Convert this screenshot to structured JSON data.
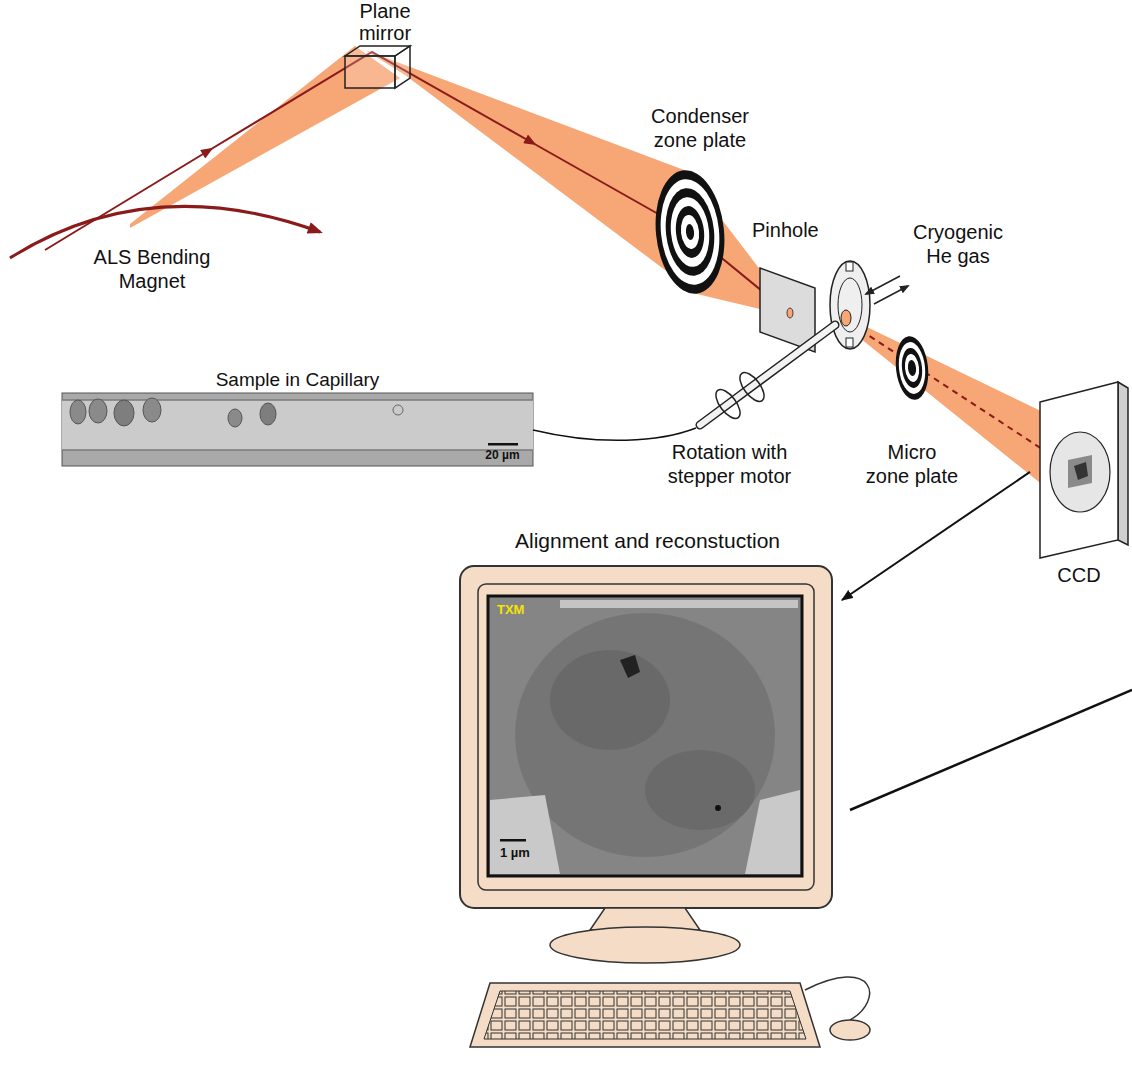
{
  "diagram": {
    "nodes": [
      {
        "text": [
          "Sample in Capillary",
          "20 µm"
        ]
      },
      {
        "text": [
          "Alignment and reconstuction",
          "TXM",
          "1 µm"
        ]
      },
      {
        "text": [
          "CCD"
        ]
      }
    ],
    "edges": [
      {
        "from": 2,
        "to": 1,
        "arrow": "to"
      }
    ],
    "labels": [
      "Plane mirror",
      "Condenser zone plate",
      "ALS Bending Magnet",
      "Pinhole",
      "Cryogenic He gas",
      "Rotation with stepper motor",
      "Micro zone plate"
    ]
  }
}
